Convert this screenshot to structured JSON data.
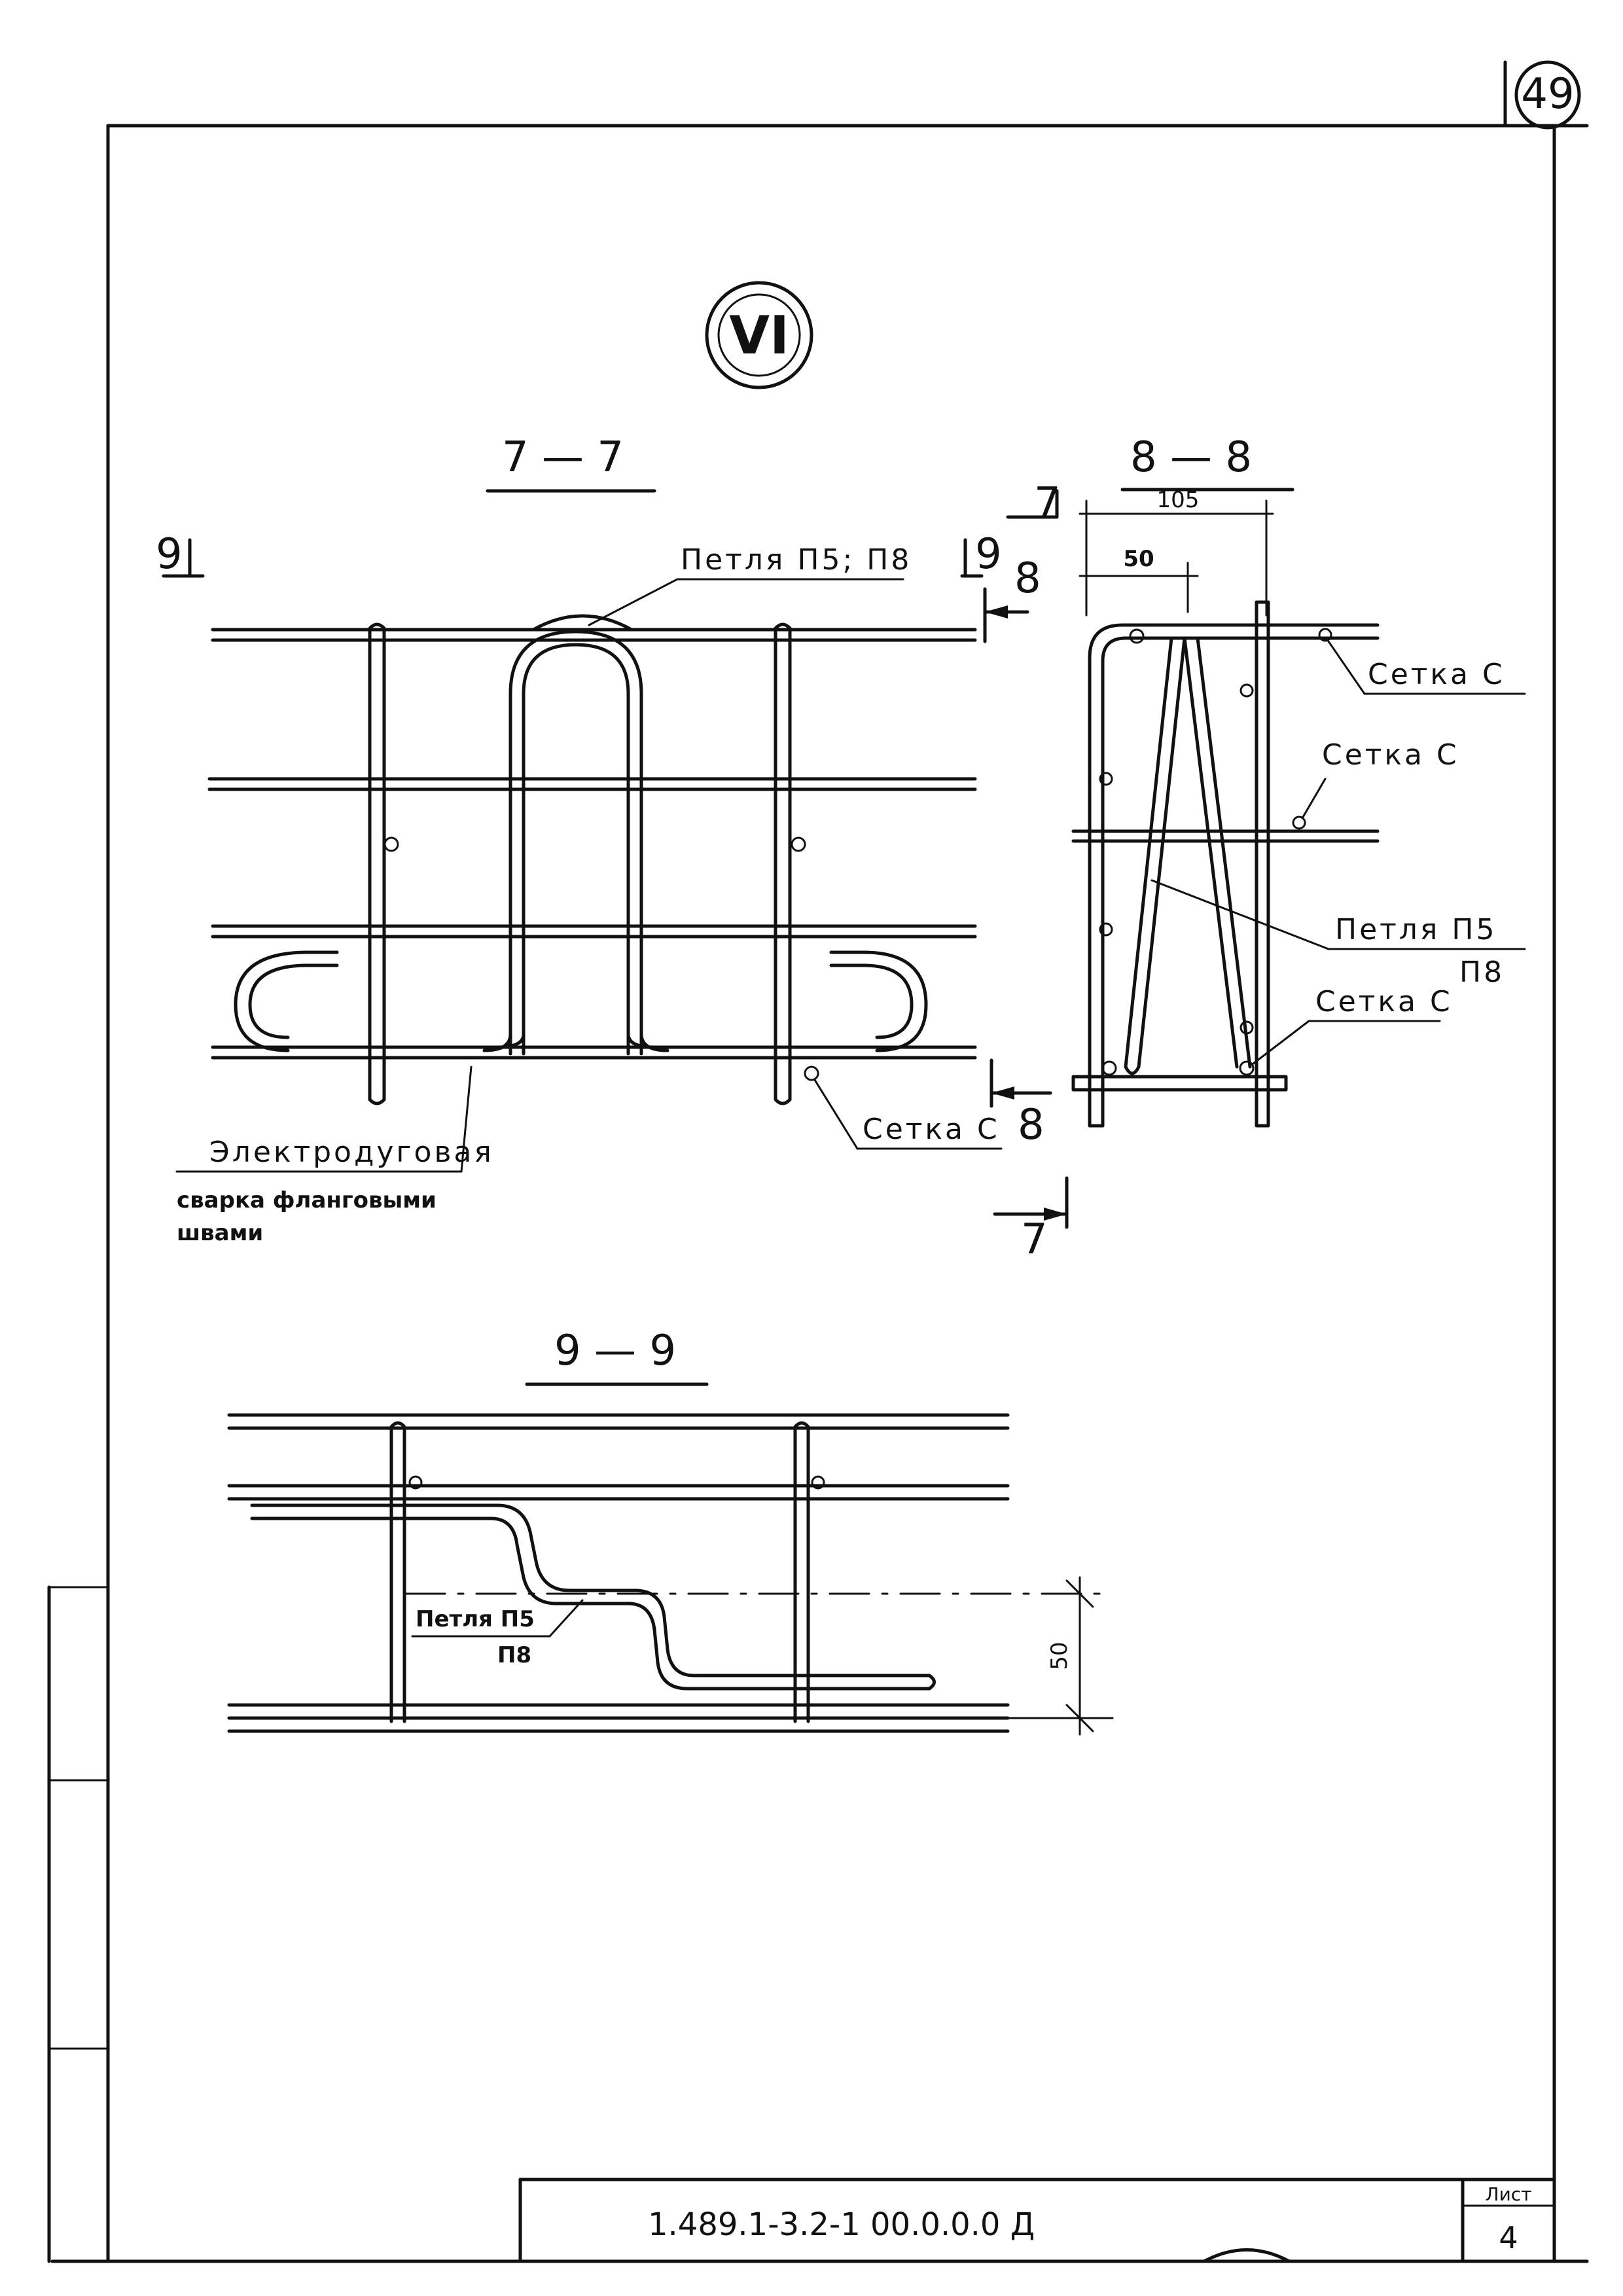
{
  "page_number": "49",
  "detail_marker": "VI",
  "sections": {
    "s77": {
      "title": "7 — 7"
    },
    "s88": {
      "title": "8 — 8"
    },
    "s99": {
      "title": "9 — 9"
    }
  },
  "cut_marks": {
    "left9": "9",
    "right9": "9",
    "top7": "7",
    "top8": "8",
    "bottom8": "8",
    "bottom7": "7"
  },
  "dimensions": {
    "d105": "105",
    "d50_top": "50",
    "d50_side": "50"
  },
  "labels": {
    "petlya_p5_p8": "Петля П5; П8",
    "setka_c_77": "Сетка С",
    "welding_1": "Электродуговая",
    "welding_2": "сварка фланговыми",
    "welding_3": "швами",
    "setka_c_88_top": "Сетка С",
    "setka_c_88_mid": "Сетка С",
    "petlya_p5_88": "Петля П5",
    "p8_88": "П8",
    "setka_c_88_bottom": "Сетка С",
    "petlya_p5_99": "Петля П5",
    "p8_99": "П8"
  },
  "title_block": {
    "code": "1.489.1-3.2-1 00.0.0.0 Д",
    "sheet_label": "Лист",
    "sheet_number": "4"
  }
}
